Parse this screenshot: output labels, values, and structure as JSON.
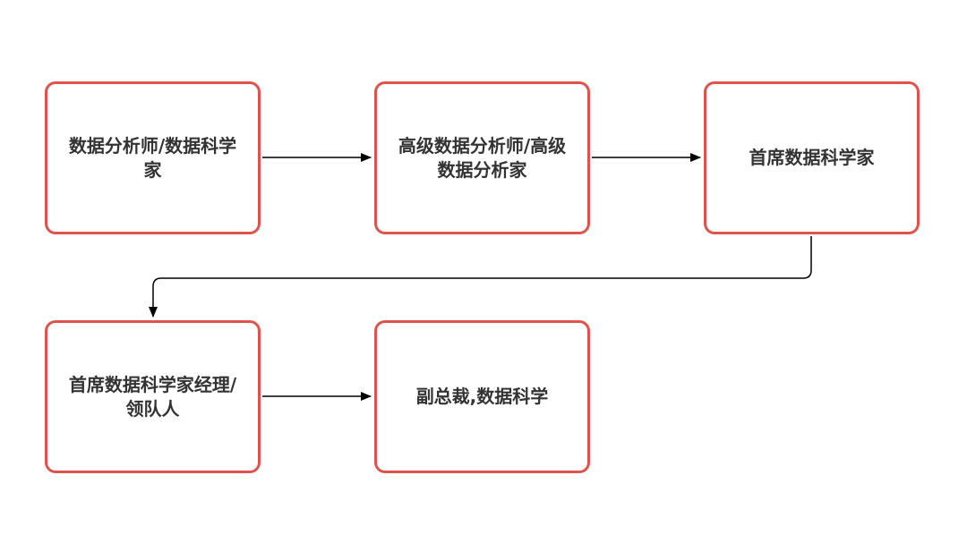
{
  "nodes": [
    {
      "id": "n1",
      "label": "数据分析师/数据科学家"
    },
    {
      "id": "n2",
      "label": "高级数据分析师/高级数据分析家"
    },
    {
      "id": "n3",
      "label": "首席数据科学家"
    },
    {
      "id": "n4",
      "label": "首席数据科学家经理/领队人"
    },
    {
      "id": "n5",
      "label": "副总裁,数据科学"
    }
  ],
  "edges": [
    {
      "from": "n1",
      "to": "n2"
    },
    {
      "from": "n2",
      "to": "n3"
    },
    {
      "from": "n3",
      "to": "n4"
    },
    {
      "from": "n4",
      "to": "n5"
    }
  ],
  "colors": {
    "node_border": "#e0534d",
    "node_text": "#333333",
    "connector": "#000000"
  }
}
